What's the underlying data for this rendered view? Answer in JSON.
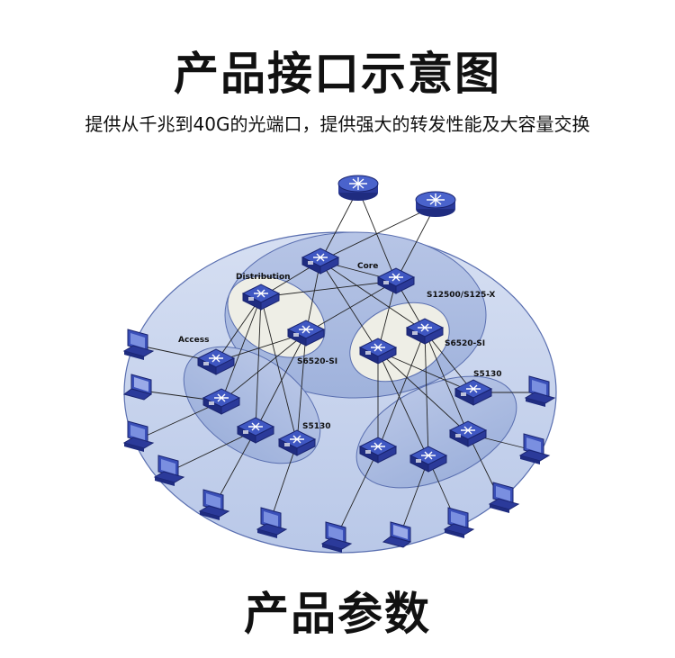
{
  "header": {
    "title": "产品接口示意图",
    "subtitle": "提供从千兆到40G的光端口，提供强大的转发性能及大容量交换"
  },
  "diagram": {
    "labels": {
      "distribution": "Distribution",
      "core": "Core",
      "core_model": "S12500/S125-X",
      "access": "Access",
      "s6520_left": "S6520-SI",
      "s6520_right": "S6520-SI",
      "s5130_left": "S5130",
      "s5130_right": "S5130"
    },
    "colors": {
      "outer_zone": "#c8d4ec",
      "inner_zone": "#aab9de",
      "highlight_zone": "#eef0ea",
      "device_top": "#3a4fb8",
      "device_side": "#1e2a7a",
      "link": "#222222"
    }
  },
  "footer": {
    "title": "产品参数"
  }
}
